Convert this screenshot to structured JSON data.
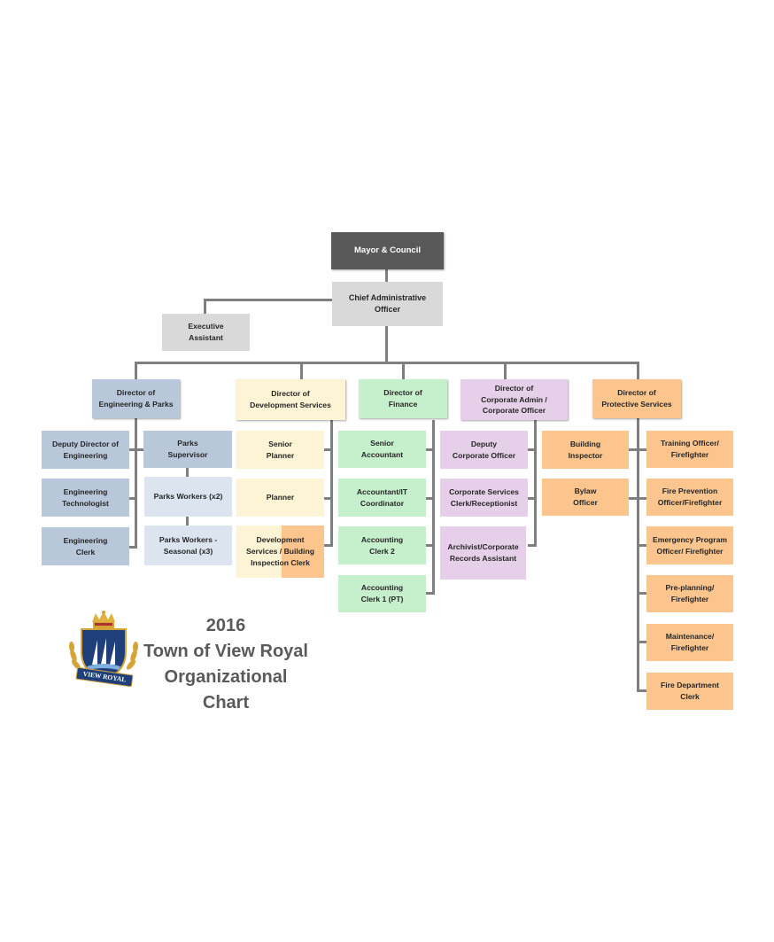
{
  "top": {
    "mayor": "Mayor & Council",
    "cao": "Chief Administrative\nOfficer",
    "exec": "Executive\nAssistant"
  },
  "directors": {
    "eng": "Director of\nEngineering & Parks",
    "dev": "Director of\nDevelopment Services",
    "fin": "Director of\nFinance",
    "corp": "Director of\nCorporate Admin /\nCorporate Officer",
    "prot": "Director of\nProtective Services"
  },
  "engineering": {
    "col1": [
      "Deputy Director of\nEngineering",
      "Engineering\nTechnologist",
      "Engineering\nClerk"
    ],
    "col2": [
      "Parks\nSupervisor",
      "Parks Workers (x2)",
      "Parks Workers -\nSeasonal (x3)"
    ]
  },
  "development": [
    "Senior\nPlanner",
    "Planner",
    "Development\nServices / Building\nInspection Clerk"
  ],
  "finance": [
    "Senior\nAccountant",
    "Accountant/IT\nCoordinator",
    "Accounting\nClerk 2",
    "Accounting\nClerk 1 (PT)"
  ],
  "corporate": [
    "Deputy\nCorporate Officer",
    "Corporate Services\nClerk/Receptionist",
    "Archivist/Corporate\nRecords Assistant"
  ],
  "protective": {
    "col1": [
      "Building\nInspector",
      "Bylaw\nOfficer"
    ],
    "col2": [
      "Training Officer/\nFirefighter",
      "Fire Prevention\nOfficer/Firefighter",
      "Emergency Program\nOfficer/ Firefighter",
      "Pre-planning/\nFirefighter",
      "Maintenance/\nFirefighter",
      "Fire Department\nClerk"
    ]
  },
  "title": "2016\nTown of View Royal\nOrganizational\nChart",
  "logo": {
    "banner": "VIEW ROYAL",
    "icon": "view-royal-crest-icon"
  },
  "colors": {
    "engineering": "#b8c7da",
    "development": "#fdf3d5",
    "finance": "#c6efcc",
    "corporate": "#e6cfe8",
    "protective": "#fbc58d",
    "mayor": "#595959",
    "cao": "#d9d9d9"
  }
}
